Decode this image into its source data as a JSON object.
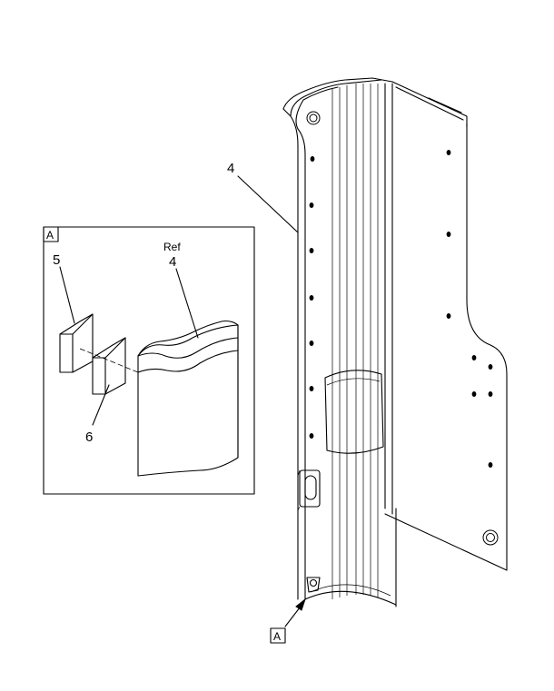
{
  "callouts": {
    "main_part": "4",
    "detail_ref": "Ref",
    "detail_part": "4",
    "pad_a": "5",
    "pad_b": "6"
  },
  "view_labels": {
    "detail_box": "A",
    "view_arrow": "A"
  }
}
